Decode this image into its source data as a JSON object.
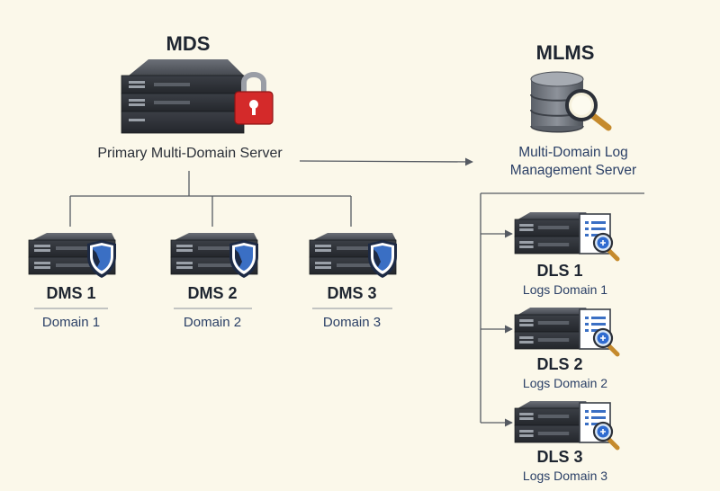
{
  "mds": {
    "title": "MDS",
    "subtitle": "Primary Multi-Domain Server",
    "icon": "server-lock-icon"
  },
  "mlms": {
    "title": "MLMS",
    "description_line1": "Multi-Domain Log",
    "description_line2": "Management Server",
    "icon": "database-search-icon"
  },
  "dms": [
    {
      "title": "DMS 1",
      "domain": "Domain 1",
      "icon": "server-shield-icon"
    },
    {
      "title": "DMS 2",
      "domain": "Domain 2",
      "icon": "server-shield-icon"
    },
    {
      "title": "DMS 3",
      "domain": "Domain 3",
      "icon": "server-shield-icon"
    }
  ],
  "dls": [
    {
      "title": "DLS 1",
      "logs": "Logs Domain 1",
      "icon": "server-log-search-icon"
    },
    {
      "title": "DLS 2",
      "logs": "Logs Domain 2",
      "icon": "server-log-search-icon"
    },
    {
      "title": "DLS 3",
      "logs": "Logs Domain 3",
      "icon": "server-log-search-icon"
    }
  ],
  "colors": {
    "background": "#fbf8ea",
    "server_dark": "#2e3238",
    "lock_red": "#d42a2a",
    "shield_blue": "#3a6fc4",
    "text_blue": "#2a3f66",
    "connector": "#555a62"
  }
}
